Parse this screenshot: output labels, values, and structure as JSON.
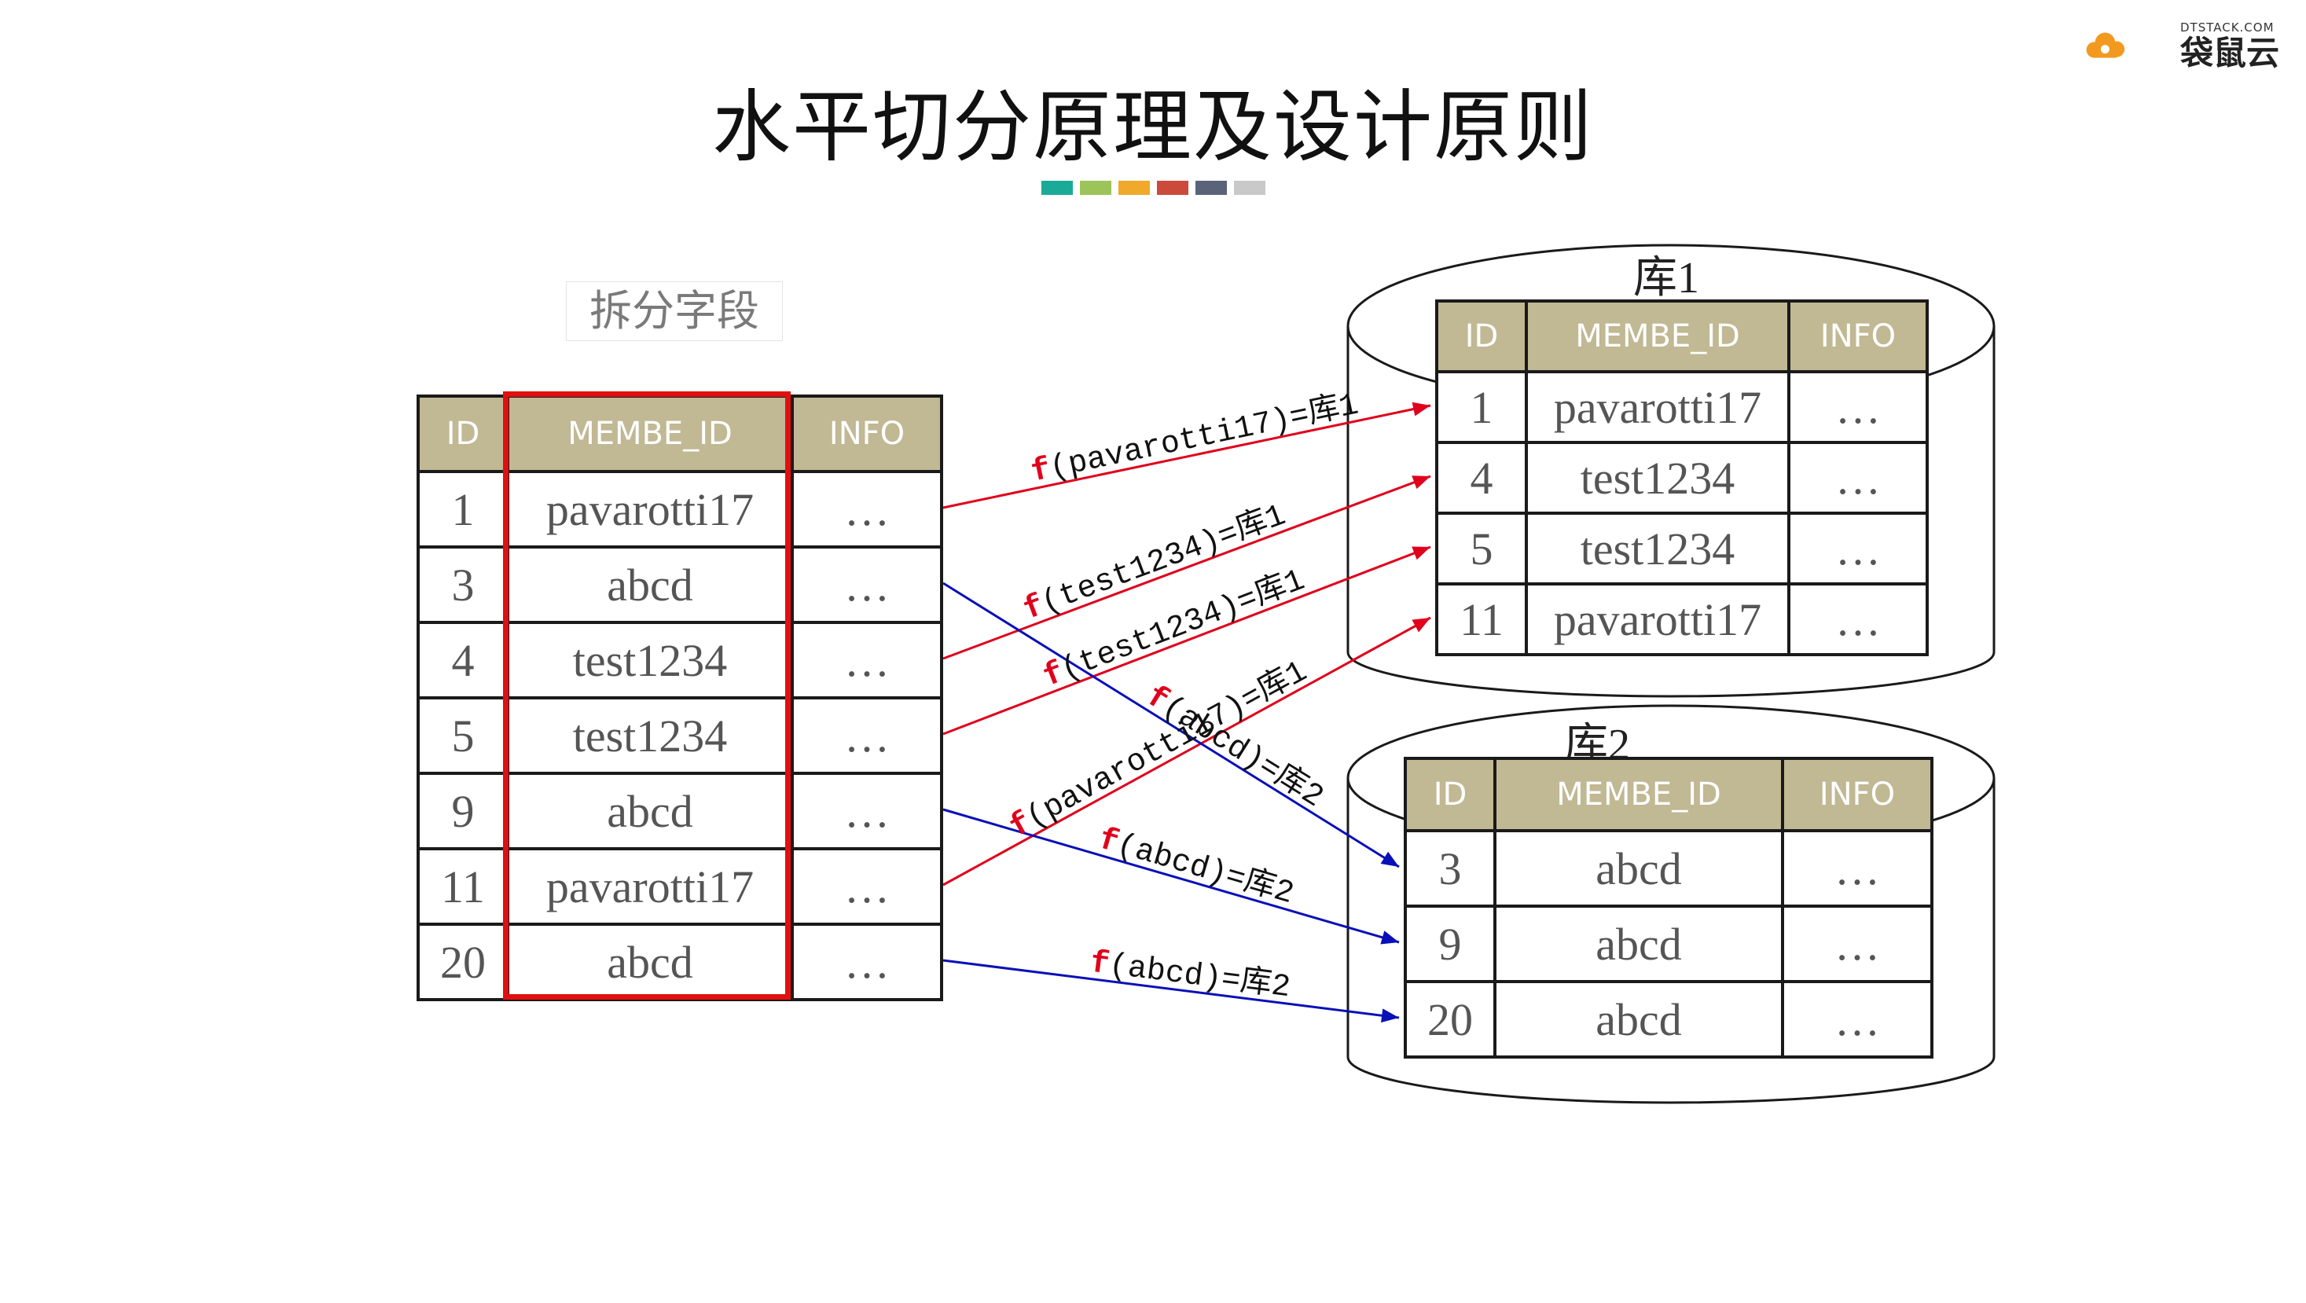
{
  "title": "水平切分原理及设计原则",
  "logo": {
    "small": "DTSTACK.COM",
    "big": "袋鼠云"
  },
  "split_field_label": "拆分字段",
  "colors": {
    "header_bg": "#c1b894",
    "red": "#e0001b",
    "blue": "#0a10b8",
    "highlight_border": "#e01010",
    "deco": [
      "#1aab98",
      "#9cc45a",
      "#f0a92a",
      "#cc4a3c",
      "#5a6378",
      "#c9c9c9"
    ]
  },
  "source_table": {
    "headers": [
      "ID",
      "MEMBE_ID",
      "INFO"
    ],
    "rows": [
      {
        "id": "1",
        "member": "pavarotti17",
        "info": "…",
        "db": "库1"
      },
      {
        "id": "3",
        "member": "abcd",
        "info": "…",
        "db": "库2"
      },
      {
        "id": "4",
        "member": "test1234",
        "info": "…",
        "db": "库1"
      },
      {
        "id": "5",
        "member": "test1234",
        "info": "…",
        "db": "库1"
      },
      {
        "id": "9",
        "member": "abcd",
        "info": "…",
        "db": "库2"
      },
      {
        "id": "11",
        "member": "pavarotti17",
        "info": "…",
        "db": "库1"
      },
      {
        "id": "20",
        "member": "abcd",
        "info": "…",
        "db": "库2"
      }
    ]
  },
  "db1": {
    "label": "库1",
    "headers": [
      "ID",
      "MEMBE_ID",
      "INFO"
    ],
    "rows": [
      {
        "id": "1",
        "member": "pavarotti17",
        "info": "…"
      },
      {
        "id": "4",
        "member": "test1234",
        "info": "…"
      },
      {
        "id": "5",
        "member": "test1234",
        "info": "…"
      },
      {
        "id": "11",
        "member": "pavarotti17",
        "info": "…"
      }
    ]
  },
  "db2": {
    "label": "库2",
    "headers": [
      "ID",
      "MEMBE_ID",
      "INFO"
    ],
    "rows": [
      {
        "id": "3",
        "member": "abcd",
        "info": "…"
      },
      {
        "id": "9",
        "member": "abcd",
        "info": "…"
      },
      {
        "id": "20",
        "member": "abcd",
        "info": "…"
      }
    ]
  },
  "mappings": [
    {
      "from": 0,
      "to_db": 1,
      "to": 0,
      "fn": "f",
      "expr": "(pavarotti17)=库1"
    },
    {
      "from": 2,
      "to_db": 1,
      "to": 1,
      "fn": "f",
      "expr": "(test1234)=库1"
    },
    {
      "from": 3,
      "to_db": 1,
      "to": 2,
      "fn": "f",
      "expr": "(test1234)=库1"
    },
    {
      "from": 5,
      "to_db": 1,
      "to": 3,
      "fn": "f",
      "expr": "(pavarotti17)=库1"
    },
    {
      "from": 1,
      "to_db": 2,
      "to": 0,
      "fn": "f",
      "expr": "(abcd)=库2"
    },
    {
      "from": 4,
      "to_db": 2,
      "to": 1,
      "fn": "f",
      "expr": "(abcd)=库2"
    },
    {
      "from": 6,
      "to_db": 2,
      "to": 2,
      "fn": "f",
      "expr": "(abcd)=库2"
    }
  ]
}
